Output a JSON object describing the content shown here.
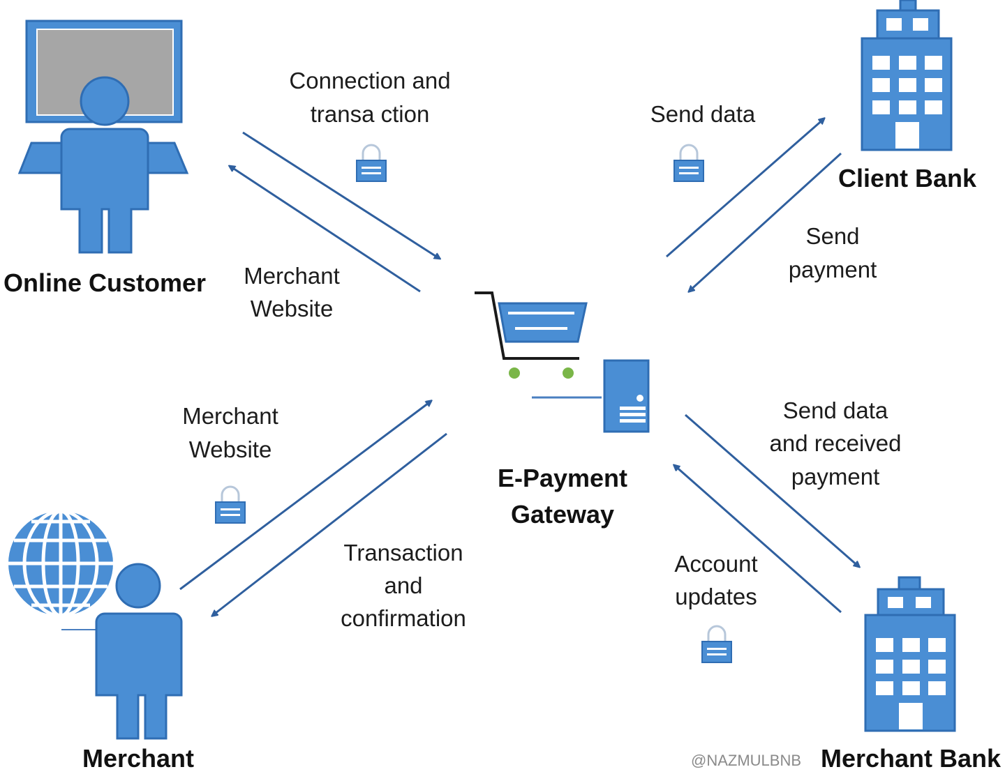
{
  "colors": {
    "icon_fill": "#4a8ed4",
    "icon_stroke": "#2f6db3",
    "arrow": "#2f5f9e",
    "screen": "#a6a6a6",
    "wheel": "#7ab648"
  },
  "nodes": {
    "online_customer": "Online Customer",
    "client_bank": "Client Bank",
    "gateway": [
      "E-Payment",
      "Gateway"
    ],
    "merchant": "Merchant",
    "merchant_bank": "Merchant Bank"
  },
  "edges": {
    "connection": [
      "Connection and",
      "transa ction"
    ],
    "merchant_website_top": [
      "Merchant",
      "Website"
    ],
    "send_data": "Send data",
    "send_payment": [
      "Send",
      "payment"
    ],
    "merchant_website_bottom": [
      "Merchant",
      "Website"
    ],
    "transaction_confirmation": [
      "Transaction",
      "and",
      "confirmation"
    ],
    "send_received": [
      "Send data",
      "and received",
      "payment"
    ],
    "account_updates": [
      "Account",
      "updates"
    ]
  },
  "icons": [
    "computer-user-icon",
    "bank-building-icon",
    "shopping-cart-icon",
    "server-icon",
    "globe-icon",
    "person-icon",
    "lock-icon"
  ],
  "watermark": "@NAZMULBNB"
}
